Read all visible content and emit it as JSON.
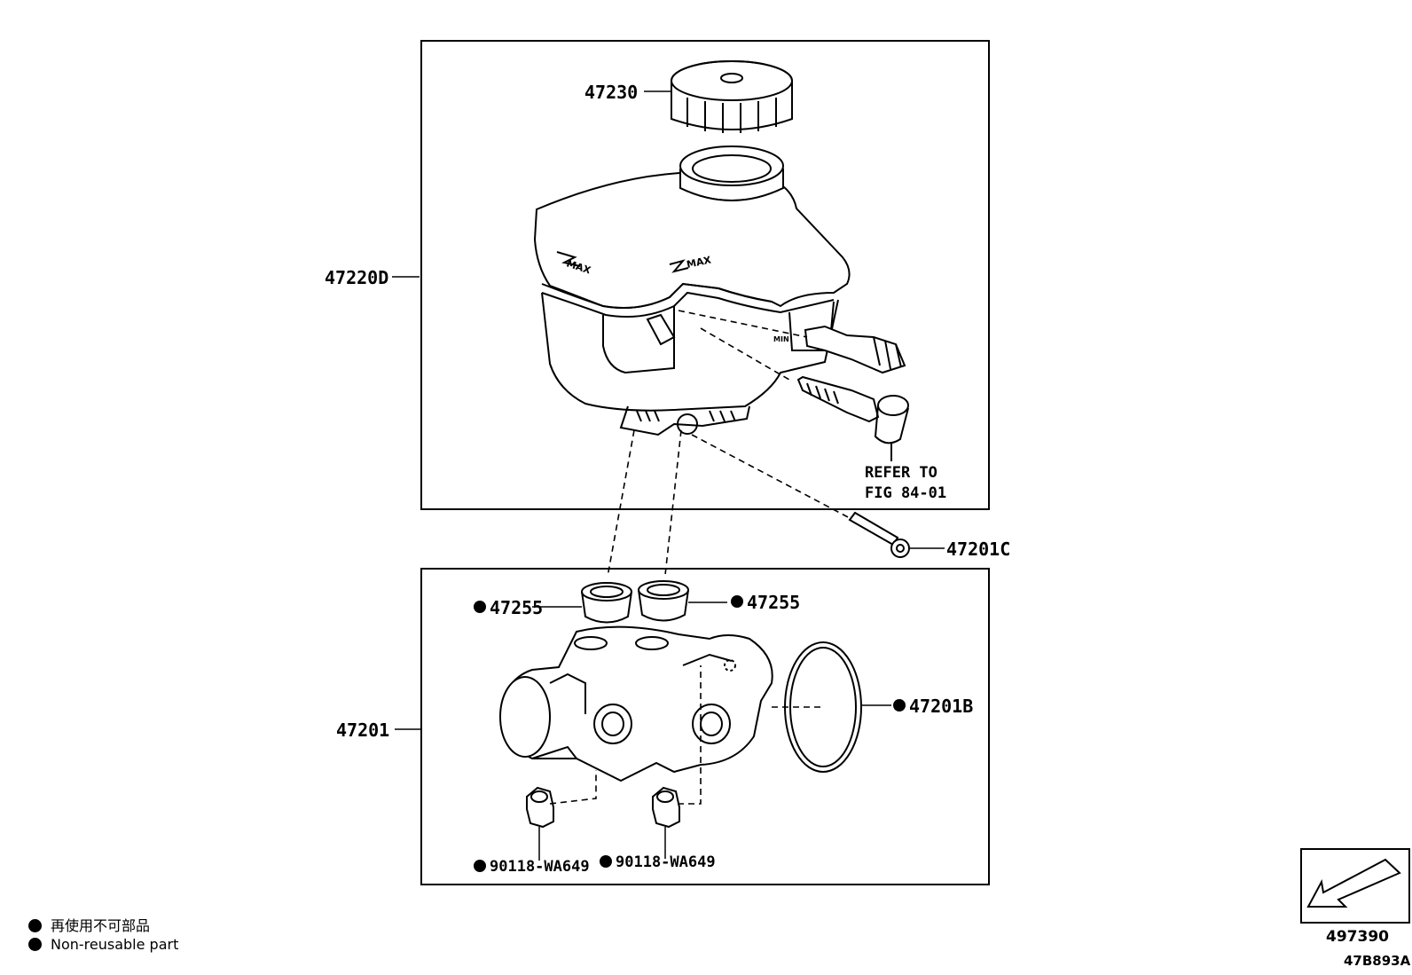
{
  "parts": {
    "cap": "47230",
    "reservoir": "47220D",
    "pin": "47201C",
    "grommet_left": "47255",
    "grommet_right": "47255",
    "master_cylinder": "47201",
    "o_ring": "47201B",
    "nut_left": "90118-WA649",
    "nut_right": "90118-WA649"
  },
  "reference": {
    "line1": "REFER TO",
    "line2": "FIG 84-01"
  },
  "reservoir_marks": {
    "mark_left": "MAX",
    "mark_right": "MAX",
    "mark_side": "MIN"
  },
  "legend": {
    "japanese": "再使用不可部品",
    "english": "Non-reusable part"
  },
  "corner": {
    "code": "497390",
    "drawing_id": "47B893A"
  },
  "colors": {
    "ink": "#000000",
    "paper": "#ffffff"
  }
}
